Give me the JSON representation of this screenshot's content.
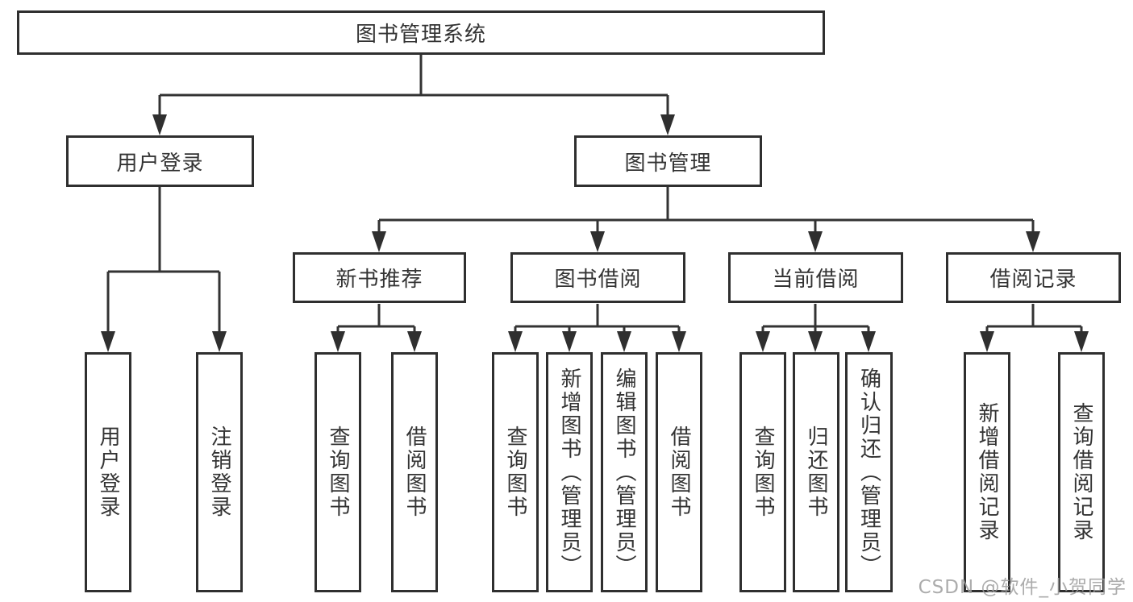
{
  "diagram": {
    "root": {
      "label": "图书管理系统"
    },
    "level2": [
      {
        "label": "用户登录"
      },
      {
        "label": "图书管理"
      }
    ],
    "level3": [
      {
        "label": "新书推荐"
      },
      {
        "label": "图书借阅"
      },
      {
        "label": "当前借阅"
      },
      {
        "label": "借阅记录"
      }
    ],
    "leaf_groups": [
      {
        "parent": "用户登录",
        "leaves": [
          "用户登录",
          "注销登录"
        ]
      },
      {
        "parent": "新书推荐",
        "leaves": [
          "查询图书",
          "借阅图书"
        ]
      },
      {
        "parent": "图书借阅",
        "leaves": [
          "查询图书",
          "新增图书（管理员）",
          "编辑图书（管理员）",
          "借阅图书"
        ]
      },
      {
        "parent": "当前借阅",
        "leaves": [
          "查询图书",
          "归还图书",
          "确认归还（管理员）"
        ]
      },
      {
        "parent": "借阅记录",
        "leaves": [
          "新增借阅记录",
          "查询借阅记录"
        ]
      }
    ],
    "colors": {
      "line": "#333333",
      "box_border": "#2f2f2f",
      "text": "#333333",
      "background": "#ffffff"
    }
  },
  "watermark": {
    "text": "CSDN @软件_小贺同学",
    "color": "#9e9e9e"
  }
}
